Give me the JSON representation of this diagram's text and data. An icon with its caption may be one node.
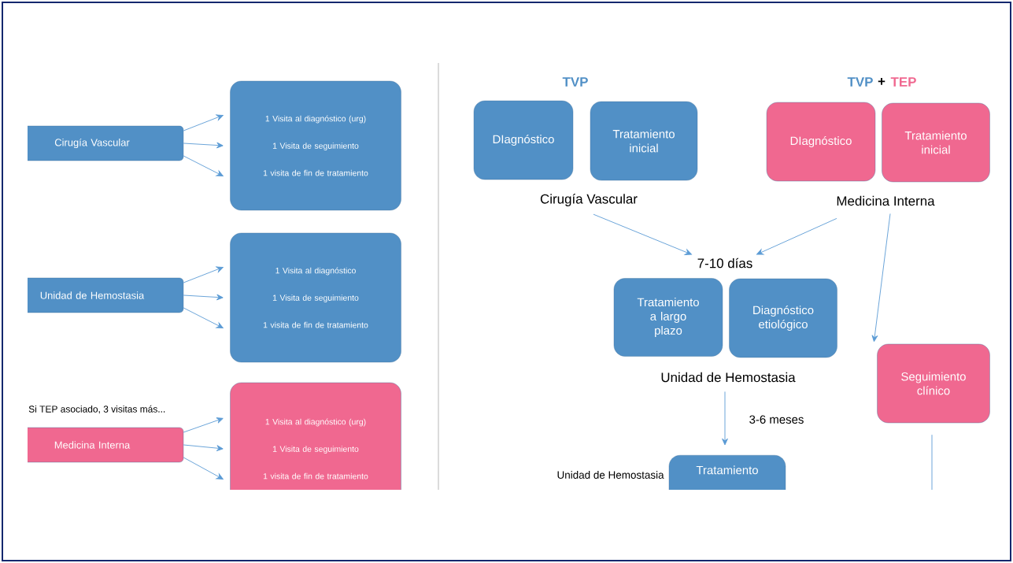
{
  "diagram": {
    "nodes": [
      {
        "text": [
          "Cirugía Vascular"
        ]
      },
      {
        "text": [
          "1 Visita al diagnóstico (urg)",
          "1 Visita de seguimiento",
          "1 visita de fin de tratamiento"
        ]
      },
      {
        "text": [
          "Unidad de Hemostasia"
        ]
      },
      {
        "text": [
          "1 Visita al diagnóstico",
          "1 Visita de seguimiento",
          "1 visita de fin de tratamiento"
        ]
      },
      {
        "text": [
          "Medicina Interna"
        ]
      },
      {
        "text": [
          "1 Visita al diagnóstico (urg)",
          "1 Visita de seguimiento",
          "1 visita de fin de tratamiento"
        ]
      },
      {
        "text": [
          "DIagnóstico"
        ]
      },
      {
        "text": [
          "Tratamiento inicial"
        ]
      },
      {
        "text": [
          "DIagnóstico"
        ]
      },
      {
        "text": [
          "Tratamiento inicial"
        ]
      },
      {
        "text": [
          "Cirugía Vascular"
        ]
      },
      {
        "text": [
          "Medicina Interna"
        ]
      },
      {
        "text": [
          "7-10 días"
        ]
      },
      {
        "text": [
          "Tratamiento a largo plazo"
        ]
      },
      {
        "text": [
          "Diagnóstico etiológico"
        ]
      },
      {
        "text": [
          "Unidad de Hemostasia"
        ]
      },
      {
        "text": [
          "Tratamiento"
        ],
        "beside": [
          "Unidad de Hemostasia"
        ]
      },
      {
        "text": [
          "Seguimiento clínico"
        ]
      }
    ],
    "edges": [
      {
        "from": 0,
        "to": 1,
        "arrow": "to"
      },
      {
        "from": 0,
        "to": 1,
        "arrow": "to"
      },
      {
        "from": 0,
        "to": 1,
        "arrow": "to"
      },
      {
        "from": 2,
        "to": 3,
        "arrow": "to"
      },
      {
        "from": 2,
        "to": 3,
        "arrow": "to"
      },
      {
        "from": 2,
        "to": 3,
        "arrow": "to"
      },
      {
        "from": 4,
        "to": 5,
        "arrow": "to"
      },
      {
        "from": 4,
        "to": 5,
        "arrow": "to"
      },
      {
        "from": 4,
        "to": 5,
        "arrow": "to"
      },
      {
        "from": 10,
        "to": 12,
        "arrow": "to"
      },
      {
        "from": 11,
        "to": 12,
        "arrow": "to"
      },
      {
        "from": 11,
        "to": 17,
        "arrow": "to"
      },
      {
        "from": 15,
        "to": 16,
        "arrow": "to",
        "label": "3-6 meses"
      },
      {
        "from": 17,
        "to": null,
        "arrow": "none"
      }
    ],
    "labels": [
      "TVP",
      "TVP",
      "+",
      "TEP",
      "Si TEP asociado, 3 visitas más..."
    ]
  }
}
